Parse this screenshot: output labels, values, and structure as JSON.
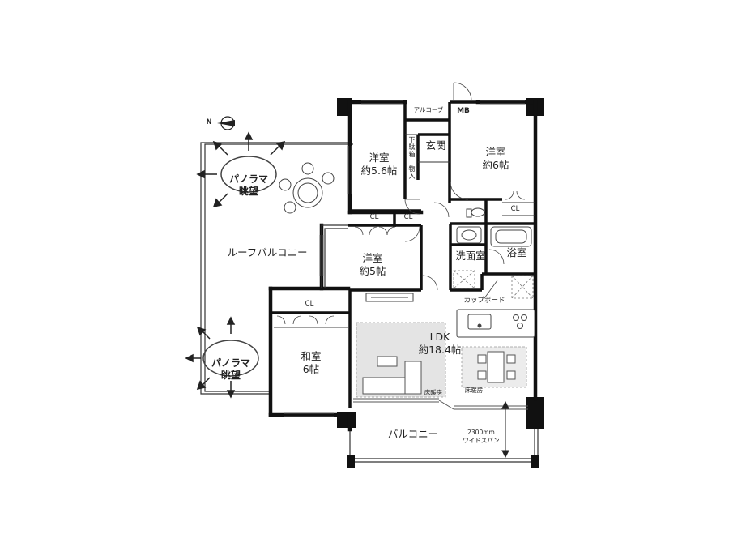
{
  "floorplan": {
    "rooms": {
      "western_room_1": {
        "name": "洋室",
        "size": "約5.6帖"
      },
      "western_room_2": {
        "name": "洋室",
        "size": "約6帖"
      },
      "western_room_3": {
        "name": "洋室",
        "size": "約5帖"
      },
      "japanese_room": {
        "name": "和室",
        "size": "6帖"
      },
      "ldk": {
        "name": "LDK",
        "size": "約18.4帖"
      },
      "washroom": {
        "name": "洗面室"
      },
      "bathroom": {
        "name": "浴室"
      },
      "entrance": {
        "name": "玄関"
      },
      "alcove": {
        "name": "アルコーブ"
      },
      "shoe_storage": {
        "name": "下駄箱"
      },
      "storage": {
        "name": "物入"
      }
    },
    "closets": [
      "CL",
      "CL",
      "CL",
      "CL"
    ],
    "meter_box": "MB",
    "cupboard": "カップボード",
    "floor_heating": [
      "床暖房",
      "床暖房"
    ],
    "roof_balcony": "ルーフバルコニー",
    "balcony": "バルコニー",
    "panorama": [
      "パノラマ\n眺望",
      "パノラマ\n眺望"
    ],
    "wide_span": "2300mm\nワイドスパン",
    "compass": "N"
  }
}
